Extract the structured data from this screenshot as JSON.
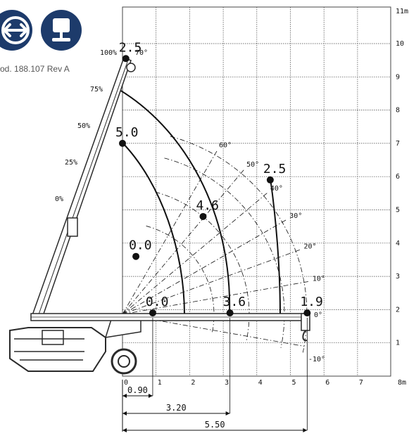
{
  "header": {
    "model_code": "od. 188.107 Rev A",
    "icons": [
      "bidirectional-arrows-icon",
      "platform-icon"
    ],
    "badge_color": "#1d3b6b"
  },
  "axes": {
    "x_ticks": [
      "0",
      "1",
      "2",
      "3",
      "4",
      "5",
      "6",
      "7"
    ],
    "y_ticks": [
      "1",
      "2",
      "3",
      "4",
      "5",
      "6",
      "7",
      "8",
      "9",
      "10"
    ],
    "x_unit": "8m",
    "y_unit": "11m"
  },
  "angles": [
    {
      "label": "70°",
      "deg": 70
    },
    {
      "label": "60°",
      "deg": 60
    },
    {
      "label": "50°",
      "deg": 50
    },
    {
      "label": "40°",
      "deg": 40
    },
    {
      "label": "30°",
      "deg": 30
    },
    {
      "label": "20°",
      "deg": 20
    },
    {
      "label": "10°",
      "deg": 10
    },
    {
      "label": "0°",
      "deg": 0
    },
    {
      "label": "-10°",
      "deg": -10
    }
  ],
  "extensions": [
    {
      "label": "100%",
      "r": 7.6
    },
    {
      "label": "75%",
      "r": 6.8
    },
    {
      "label": "50%",
      "r": 5.7
    },
    {
      "label": "25%",
      "r": 4.6
    },
    {
      "label": "0%",
      "r": 3.3
    }
  ],
  "load_points": [
    {
      "label": "2.5",
      "x": 0.1,
      "y": 9.55
    },
    {
      "label": "5.0",
      "x": 0.0,
      "y": 7.0
    },
    {
      "label": "0.0",
      "x": 0.4,
      "y": 3.6
    },
    {
      "label": "4.6",
      "x": 2.4,
      "y": 4.8
    },
    {
      "label": "2.5",
      "x": 4.4,
      "y": 5.9
    },
    {
      "label": "0.0",
      "x": 0.9,
      "y": 1.9
    },
    {
      "label": "3.6",
      "x": 3.2,
      "y": 1.9
    },
    {
      "label": "1.9",
      "x": 5.5,
      "y": 1.9
    }
  ],
  "dimensions": [
    {
      "label": "0.90",
      "value": 0.9
    },
    {
      "label": "3.20",
      "value": 3.2
    },
    {
      "label": "5.50",
      "value": 5.5
    }
  ],
  "colors": {
    "ink": "#111111",
    "grid": "#444444",
    "machine": "#2a2a2a"
  }
}
